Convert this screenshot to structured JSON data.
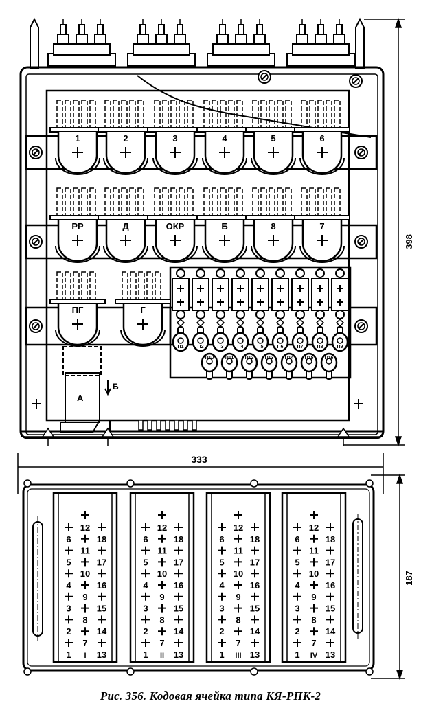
{
  "caption": "Рис. 356. Кодовая ячейка типа КЯ-РПК-2",
  "front_view": {
    "relay_row_1": [
      "1",
      "2",
      "3",
      "4",
      "5",
      "6"
    ],
    "relay_row_2": [
      "РР",
      "Д",
      "ОКР",
      "Б",
      "8",
      "7"
    ],
    "relay_row_3": [
      "ПГ",
      "Г"
    ],
    "block_label": "А",
    "arrow_label": "Б",
    "switch_row_upper": [
      "П1",
      "П2",
      "П3",
      "П4",
      "П5",
      "П6",
      "П7",
      "П8",
      "П9"
    ],
    "switch_row_lower": [
      "П10",
      "П11",
      "П12",
      "П13",
      "П14",
      "П15",
      "П16"
    ],
    "height_dimension": "398",
    "width_dimension": "333"
  },
  "bottom_view": {
    "depth_dimension": "187",
    "connectors": [
      {
        "id": "I"
      },
      {
        "id": "II"
      },
      {
        "id": "III"
      },
      {
        "id": "IV"
      }
    ],
    "pin_rows": [
      [
        "+",
        "12",
        "+"
      ],
      [
        "6",
        "+",
        "18"
      ],
      [
        "+",
        "11",
        "+"
      ],
      [
        "5",
        "+",
        "17"
      ],
      [
        "+",
        "10",
        "+"
      ],
      [
        "4",
        "+",
        "16"
      ],
      [
        "+",
        "9",
        "+"
      ],
      [
        "3",
        "+",
        "15"
      ],
      [
        "+",
        "8",
        "+"
      ],
      [
        "2",
        "+",
        "14"
      ],
      [
        "+",
        "7",
        "+"
      ],
      [
        "1",
        "",
        "13"
      ]
    ],
    "top_pin": "+"
  },
  "colors": {
    "ink": "#000000",
    "paper": "#ffffff"
  }
}
